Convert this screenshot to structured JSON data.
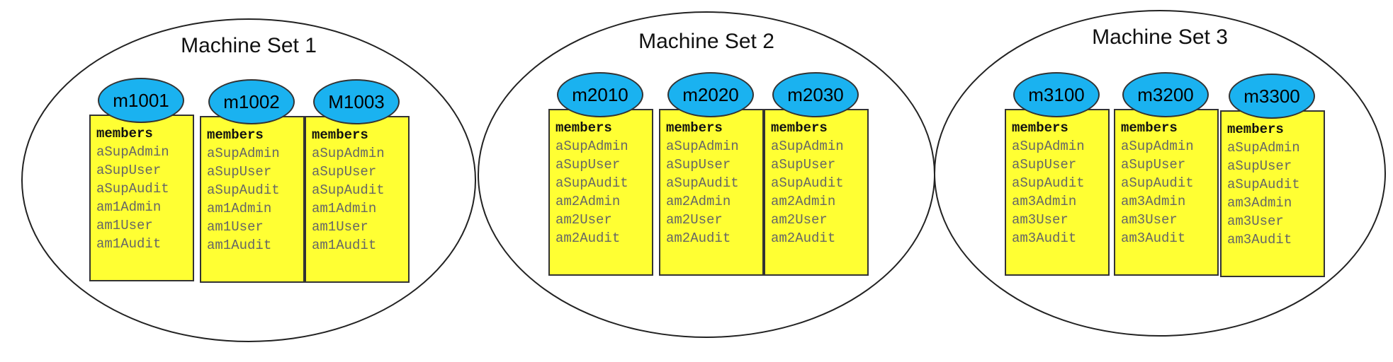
{
  "colors": {
    "machine_fill": "#1ab2f0",
    "member_fill": "#ffff33",
    "outline": "#333333"
  },
  "machine_sets": [
    {
      "title": "Machine Set 1",
      "machines": [
        {
          "name": "m1001",
          "members_label": "members",
          "members": [
            "aSupAdmin",
            "aSupUser",
            "aSupAudit",
            "am1Admin",
            "am1User",
            "am1Audit"
          ]
        },
        {
          "name": "m1002",
          "members_label": "members",
          "members": [
            "aSupAdmin",
            "aSupUser",
            "aSupAudit",
            "am1Admin",
            "am1User",
            "am1Audit"
          ]
        },
        {
          "name": "M1003",
          "members_label": "members",
          "members": [
            "aSupAdmin",
            "aSupUser",
            "aSupAudit",
            "am1Admin",
            "am1User",
            "am1Audit"
          ]
        }
      ]
    },
    {
      "title": "Machine Set 2",
      "machines": [
        {
          "name": "m2010",
          "members_label": "members",
          "members": [
            "aSupAdmin",
            "aSupUser",
            "aSupAudit",
            "am2Admin",
            "am2User",
            "am2Audit"
          ]
        },
        {
          "name": "m2020",
          "members_label": "members",
          "members": [
            "aSupAdmin",
            "aSupUser",
            "aSupAudit",
            "am2Admin",
            "am2User",
            "am2Audit"
          ]
        },
        {
          "name": "m2030",
          "members_label": "members",
          "members": [
            "aSupAdmin",
            "aSupUser",
            "aSupAudit",
            "am2Admin",
            "am2User",
            "am2Audit"
          ]
        }
      ]
    },
    {
      "title": "Machine Set 3",
      "machines": [
        {
          "name": "m3100",
          "members_label": "members",
          "members": [
            "aSupAdmin",
            "aSupUser",
            "aSupAudit",
            "am3Admin",
            "am3User",
            "am3Audit"
          ]
        },
        {
          "name": "m3200",
          "members_label": "members",
          "members": [
            "aSupAdmin",
            "aSupUser",
            "aSupAudit",
            "am3Admin",
            "am3User",
            "am3Audit"
          ]
        },
        {
          "name": "m3300",
          "members_label": "members",
          "members": [
            "aSupAdmin",
            "aSupUser",
            "aSupAudit",
            "am3Admin",
            "am3User",
            "am3Audit"
          ]
        }
      ]
    }
  ]
}
